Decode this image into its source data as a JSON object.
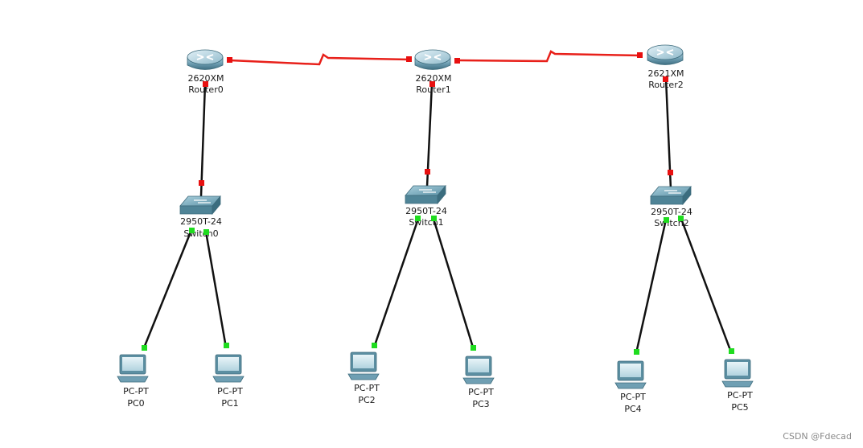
{
  "routers": [
    {
      "model": "2620XM",
      "name": "Router0"
    },
    {
      "model": "2620XM",
      "name": "Router1"
    },
    {
      "model": "2621XM",
      "name": "Router2"
    }
  ],
  "switches": [
    {
      "model": "2950T-24",
      "name": "Switch0"
    },
    {
      "model": "2950T-24",
      "name": "Switch1"
    },
    {
      "model": "2950T-24",
      "name": "Switch2"
    }
  ],
  "pcs": [
    {
      "model": "PC-PT",
      "name": "PC0"
    },
    {
      "model": "PC-PT",
      "name": "PC1"
    },
    {
      "model": "PC-PT",
      "name": "PC2"
    },
    {
      "model": "PC-PT",
      "name": "PC3"
    },
    {
      "model": "PC-PT",
      "name": "PC4"
    },
    {
      "model": "PC-PT",
      "name": "PC5"
    }
  ],
  "colors": {
    "serial_link": "#e8201a",
    "ethernet_link": "#111111",
    "port_down": "#e81010",
    "port_up": "#1fdc1f"
  },
  "watermark": "CSDN @Fdecad"
}
